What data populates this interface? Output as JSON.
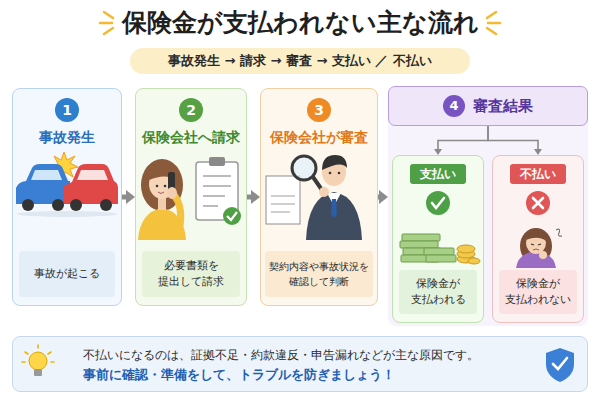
{
  "diagram": {
    "title": "保険金が支払われない主な流れ",
    "nodes": [
      {
        "text": [
          "事故発生 → 請求 → 審査 → 支払い ／ 不払い"
        ]
      },
      {
        "text": [
          "1",
          "事故発生",
          "事故が起こる"
        ]
      },
      {
        "text": [
          "2",
          "保険会社へ請求",
          "必要書類を 提出して請求"
        ]
      },
      {
        "text": [
          "3",
          "保険会社が審査",
          "契約内容や事故状況を 確認して判断"
        ]
      },
      {
        "text": [
          "4",
          "審査結果"
        ]
      },
      {
        "text": [
          "支払い",
          "保険金が 支払われる"
        ],
        "in": 4
      },
      {
        "text": [
          "不払い",
          "保険金が 支払われない"
        ],
        "in": 4
      },
      {
        "text": [
          "不払いになるのは、証拠不足・約款違反・申告漏れなどが主な原因です。",
          "事前に確認・準備をして、トラブルを防ぎましょう！"
        ]
      }
    ],
    "edges": [
      {
        "from": 1,
        "to": 2,
        "arrow": "to"
      },
      {
        "from": 2,
        "to": 3,
        "arrow": "to"
      },
      {
        "from": 3,
        "to": 4,
        "arrow": "to"
      },
      {
        "from": 4,
        "to": 5,
        "arrow": "to"
      },
      {
        "from": 4,
        "to": 6,
        "arrow": "to"
      }
    ]
  }
}
